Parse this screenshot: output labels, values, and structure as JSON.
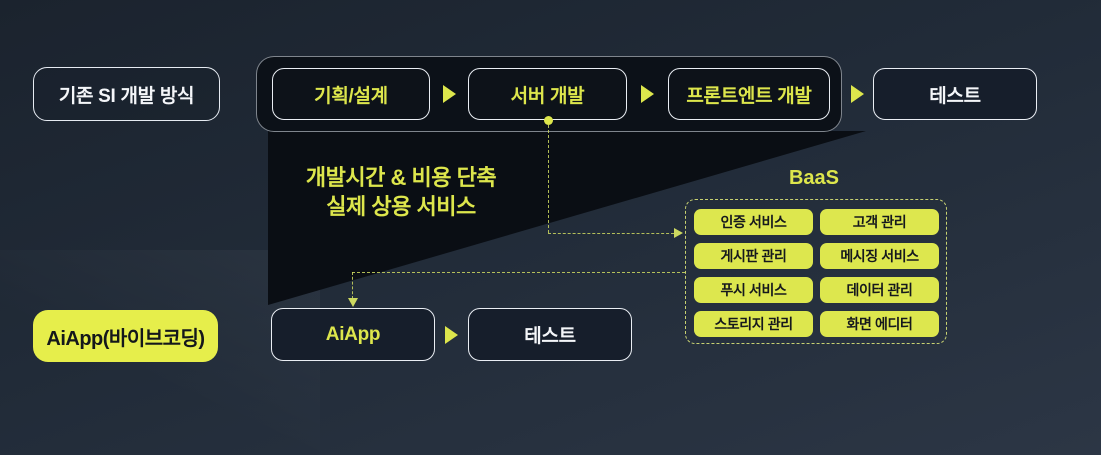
{
  "top_row": {
    "method_label": "기존 SI 개발 방식",
    "steps": [
      "기획/설계",
      "서버 개발",
      "프론트엔트 개발"
    ],
    "test_label": "테스트"
  },
  "headline": {
    "line1": "개발시간 & 비용 단축",
    "line2": "실제 상용 서비스"
  },
  "baas": {
    "title": "BaaS",
    "services": [
      "인증 서비스",
      "고객 관리",
      "게시판 관리",
      "메시징 서비스",
      "푸시 서비스",
      "데이터 관리",
      "스토리지 관리",
      "화면 에디터"
    ]
  },
  "bottom_row": {
    "method_label": "AiApp(바이브코딩)",
    "step_label": "AiApp",
    "test_label": "테스트"
  },
  "colors": {
    "accent_yellow": "#dde64c",
    "service_button_fill": "#dde74e",
    "method_pill_fill": "#e6ee4b",
    "wedge_black": "#0a0e14",
    "background_navy": "#222c39"
  }
}
